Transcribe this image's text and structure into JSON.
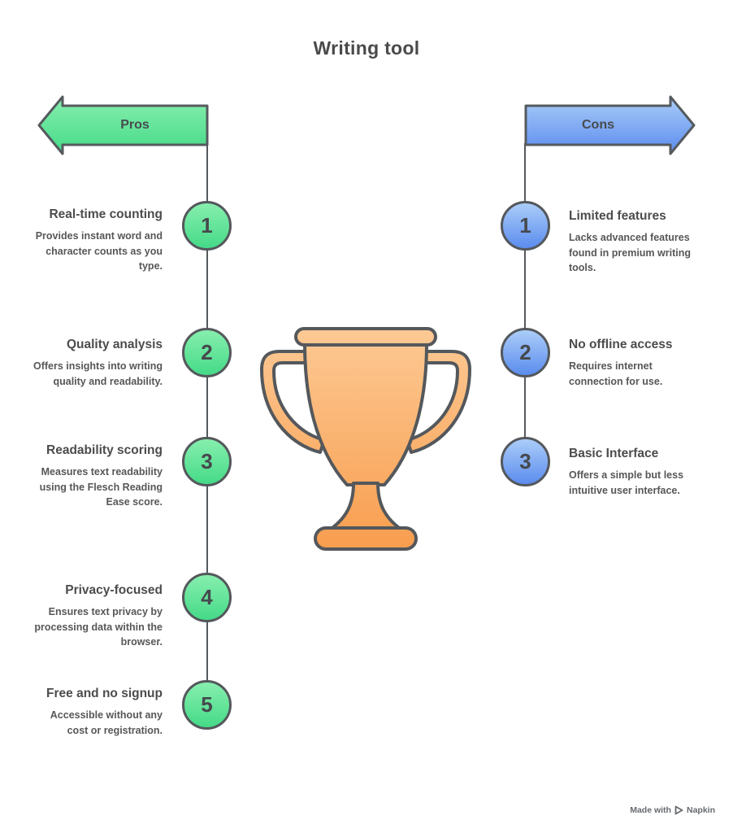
{
  "title": "Writing tool",
  "pros": {
    "label": "Pros",
    "items": [
      {
        "number": "1",
        "heading": "Real-time counting",
        "description": "Provides instant word and character counts as you type."
      },
      {
        "number": "2",
        "heading": "Quality analysis",
        "description": "Offers insights into writing quality and readability."
      },
      {
        "number": "3",
        "heading": "Readability scoring",
        "description": "Measures text readability using the Flesch Reading Ease score."
      },
      {
        "number": "4",
        "heading": "Privacy-focused",
        "description": "Ensures text privacy by processing data within the browser."
      },
      {
        "number": "5",
        "heading": "Free and no signup",
        "description": "Accessible without any cost or registration."
      }
    ]
  },
  "cons": {
    "label": "Cons",
    "items": [
      {
        "number": "1",
        "heading": "Limited features",
        "description": "Lacks advanced features found in premium writing tools."
      },
      {
        "number": "2",
        "heading": "No offline access",
        "description": "Requires internet connection for use."
      },
      {
        "number": "3",
        "heading": "Basic Interface",
        "description": "Offers a simple but less intuitive user interface."
      }
    ]
  },
  "center_icon": "trophy",
  "watermark": {
    "text": "Made with",
    "brand": "Napkin"
  },
  "colors": {
    "pros_green_top": "#87efae",
    "pros_green_bottom": "#45da88",
    "cons_blue_top": "#abcdf8",
    "cons_blue_bottom": "#5b8cee",
    "trophy_orange_top": "#fdcb97",
    "trophy_orange_bottom": "#f89d4e",
    "outline": "#54585c",
    "heading_text": "#4c4c4c",
    "body_text": "#575757"
  }
}
